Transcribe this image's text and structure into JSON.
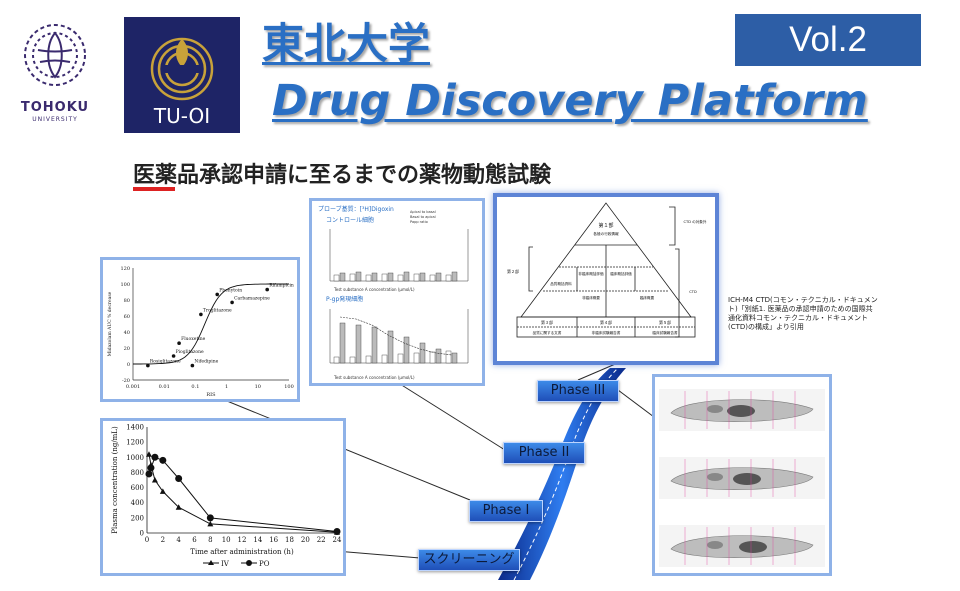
{
  "header": {
    "university_title": "東北大学",
    "platform_title": "Drug Discovery Platform",
    "volume": "Vol.2",
    "tohoku_logo_text": "TOHOKU",
    "tohoku_logo_sub": "UNIVERSITY",
    "tuoi_logo_text": "TU-OI"
  },
  "subtitle": "医薬品承認申請に至るまでの薬物動態試験",
  "phases": {
    "phase3": "Phase III",
    "phase2": "Phase II",
    "phase1": "Phase I",
    "screening": "スクリーニング"
  },
  "ctd_caption": "ICH-M4 CTD(コモン・テクニカル・ドキュメント)「別紙1. 医薬品の承認申請のための国際共通化資料コモン・テクニカル・ドキュメント(CTD)の構成」より引用",
  "ctd_pyramid": {
    "module1": "第１部",
    "module1_sub": "各極の行政情報",
    "module2": "第２部",
    "module2_a": "品質概括資料",
    "module2_b": "非臨床概括評価",
    "module2_c": "臨床概括評価",
    "module2_d": "非臨床概要",
    "module2_e": "臨床概要",
    "module3": "第３部",
    "module3_sub": "品質に関する文書",
    "module4": "第４部",
    "module4_sub": "非臨床試験報告書",
    "module5": "第５部",
    "module5_sub": "臨床試験報告書",
    "ctd_left": "CTD の対象外",
    "ctd_right": "CTD"
  },
  "probe_panel": {
    "title": "プローブ基質：[³H]Digoxin",
    "control_label": "コントロール細胞",
    "pgp_label": "P-gp発現細胞",
    "legend_a": "Apical to basal",
    "legend_b": "Basal to apical",
    "legend_c": "Papp ratio",
    "xlabel": "Test substance A concentration (μmol/L)"
  },
  "chart_data": [
    {
      "type": "scatter",
      "title": "",
      "xlabel": "RIS",
      "ylabel": "Midazolam AUC % decrease",
      "xscale": "log",
      "xlim": [
        0.001,
        100
      ],
      "ylim": [
        -20,
        120
      ],
      "x_ticks": [
        "0.001",
        "0.01",
        "0.1",
        "1",
        "10",
        "100"
      ],
      "y_ticks": [
        -20,
        0,
        20,
        40,
        60,
        80,
        100,
        120
      ],
      "points": [
        {
          "label": "Rosiglitazone",
          "x": 0.003,
          "y": -2
        },
        {
          "label": "Pioglitazone",
          "x": 0.02,
          "y": 10
        },
        {
          "label": "Fluoxetine",
          "x": 0.03,
          "y": 26
        },
        {
          "label": "Nifedipine",
          "x": 0.08,
          "y": -2
        },
        {
          "label": "Troglitazone",
          "x": 0.15,
          "y": 62
        },
        {
          "label": "Phenytoin",
          "x": 0.5,
          "y": 87
        },
        {
          "label": "Carbamazepine",
          "x": 1.5,
          "y": 77
        },
        {
          "label": "Rifampicin",
          "x": 20,
          "y": 93
        }
      ]
    },
    {
      "type": "line",
      "title": "",
      "xlabel": "Time after administration (h)",
      "ylabel": "Plasma concentration (ng/mL)",
      "xlim": [
        0,
        24
      ],
      "ylim": [
        0,
        1400
      ],
      "x_ticks": [
        0,
        2,
        4,
        6,
        8,
        10,
        12,
        14,
        16,
        18,
        20,
        22,
        24
      ],
      "y_ticks": [
        0,
        200,
        400,
        600,
        800,
        1000,
        1200,
        1400
      ],
      "series": [
        {
          "name": "IV",
          "marker": "triangle",
          "x": [
            0.25,
            0.5,
            1,
            2,
            4,
            8,
            24
          ],
          "y": [
            1040,
            900,
            700,
            550,
            340,
            120,
            10
          ]
        },
        {
          "name": "PO",
          "marker": "circle",
          "x": [
            0.25,
            0.5,
            1,
            2,
            4,
            8,
            24
          ],
          "y": [
            780,
            860,
            1000,
            960,
            720,
            200,
            20
          ]
        }
      ]
    }
  ],
  "colors": {
    "title_blue": "#2a6fc4",
    "vol_bg": "#2d5ea6",
    "tuoi_bg": "#1e2466",
    "panel_border": "#8fb2e8",
    "accent_red": "#dd2222"
  }
}
